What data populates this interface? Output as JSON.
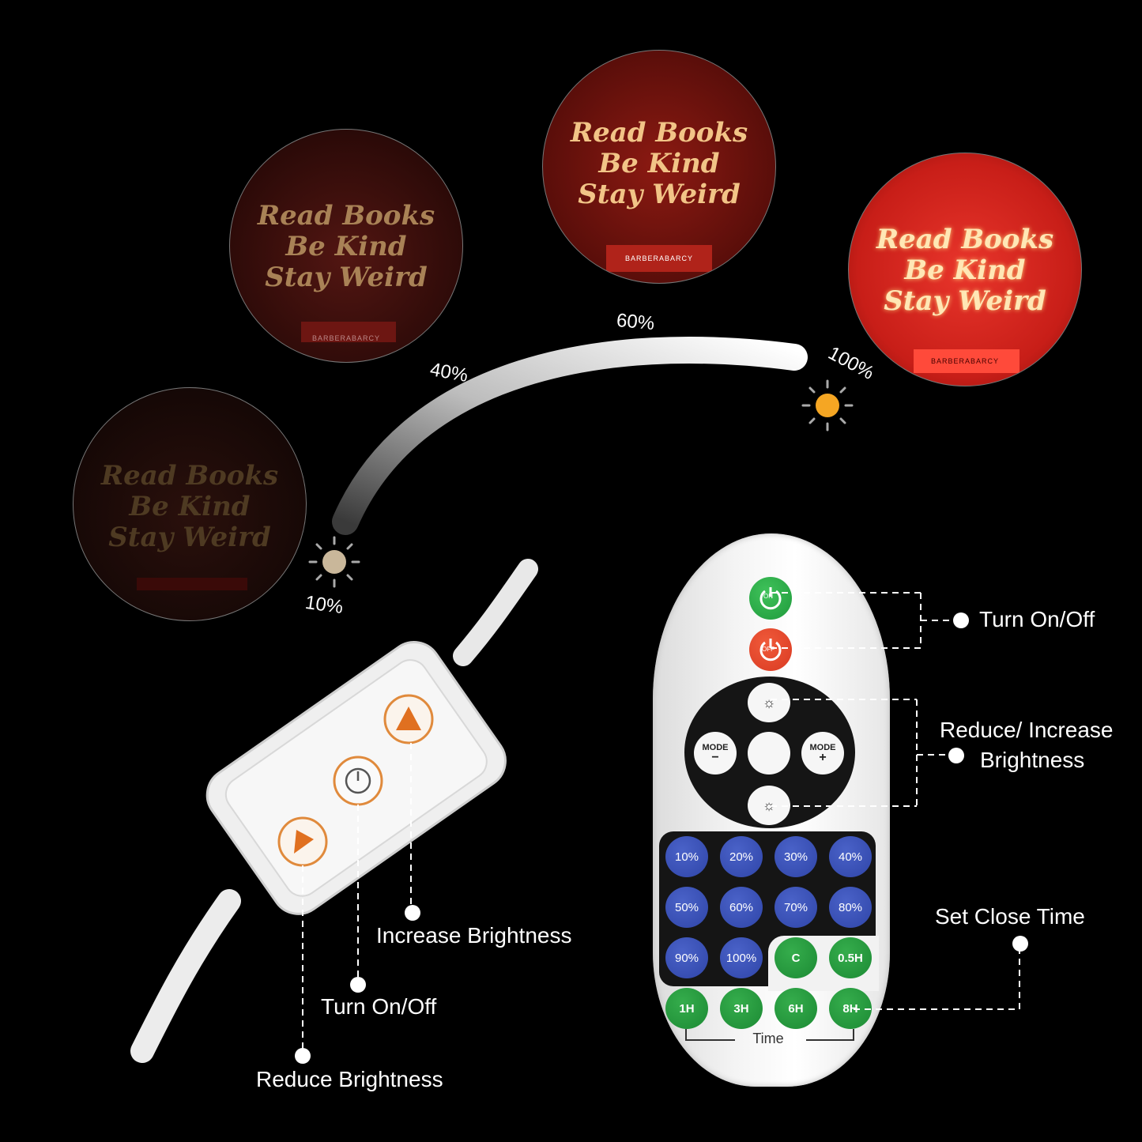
{
  "sign": {
    "line1": "Read Books",
    "line2": "Be Kind",
    "line3": "Stay Weird",
    "brand": "BARBERABARCY"
  },
  "brightness_levels": [
    {
      "label": "10%",
      "value": 10
    },
    {
      "label": "40%",
      "value": 40
    },
    {
      "label": "60%",
      "value": 60
    },
    {
      "label": "100%",
      "value": 100
    }
  ],
  "remote": {
    "on_label": "ON",
    "off_label": "OFF",
    "mode_minus": "MODE",
    "mode_plus": "MODE",
    "percent_buttons": [
      "10%",
      "20%",
      "30%",
      "40%",
      "50%",
      "60%",
      "70%",
      "80%",
      "90%",
      "100%"
    ],
    "c_button": "C",
    "time_buttons": [
      "0.5H",
      "1H",
      "3H",
      "6H",
      "8H"
    ],
    "time_label": "Time"
  },
  "callouts": {
    "turn_on_off": "Turn On/Off",
    "brightness_line1": "Reduce/ Increase",
    "brightness_line2": "Brightness",
    "set_close_time": "Set Close Time",
    "controller_increase": "Increase Brightness",
    "controller_turn": "Turn On/Off",
    "controller_reduce": "Reduce Brightness"
  },
  "colors": {
    "green_btn": "#1f9a3c",
    "red_btn": "#d93a22",
    "blue_btn": "#2f45a8",
    "time_green": "#1c8a34",
    "sun": "#f5a623"
  }
}
